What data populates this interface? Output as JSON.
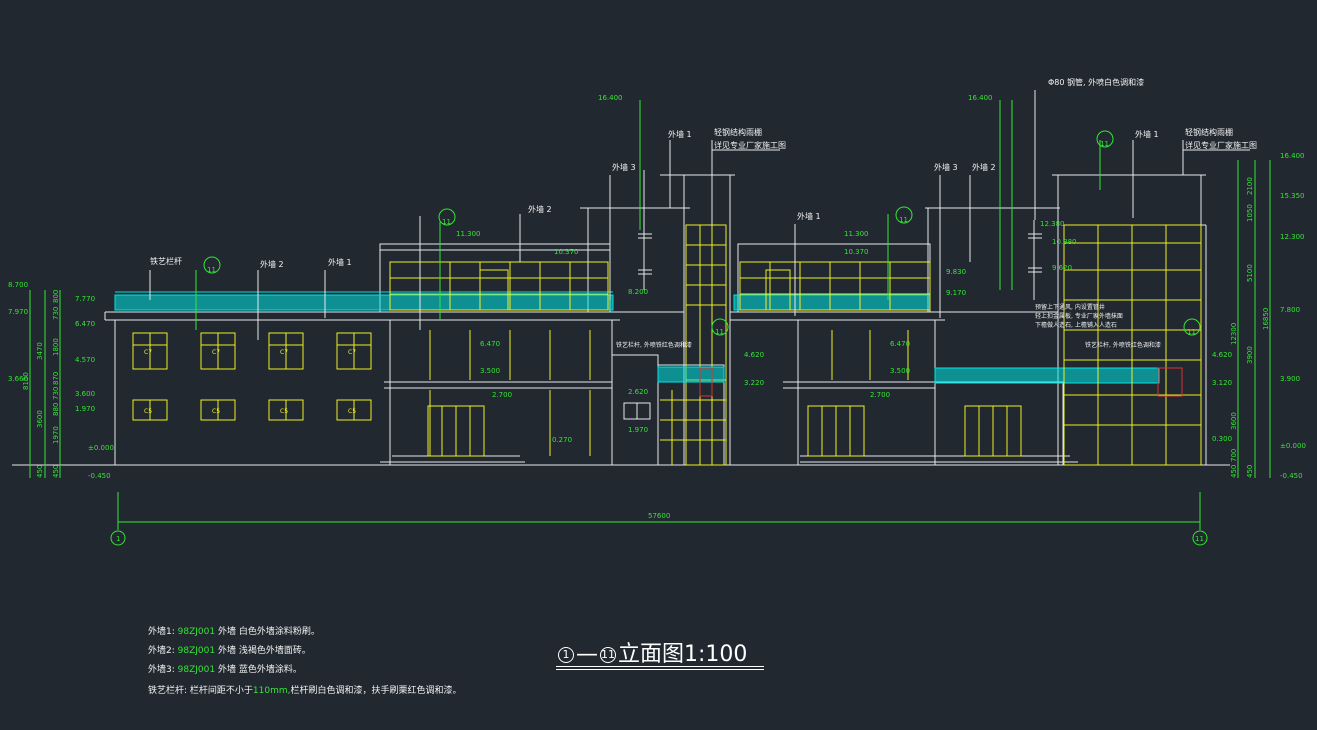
{
  "drawing": {
    "title": "立面图1:100",
    "title_axis_from": "1",
    "title_axis_to": "11",
    "total_dimension": "57600",
    "axis_left": "1",
    "axis_right": "11"
  },
  "levels_left": [
    "8.700",
    "7.970",
    "3.660",
    "±0.000",
    "-0.450"
  ],
  "levels_right": [
    "16.400",
    "15.350",
    "12.300",
    "7.800",
    "3.900",
    "±0.000",
    "-0.450"
  ],
  "dims_left": [
    "730",
    "800",
    "3470",
    "8150",
    "1800",
    "870",
    "730",
    "880",
    "3600",
    "1970",
    "450",
    "450"
  ],
  "dims_right": [
    "2100",
    "1050",
    "5100",
    "16850",
    "12300",
    "3900",
    "3600",
    "700",
    "450",
    "450"
  ],
  "elevations": [
    "16.400",
    "16.400",
    "11.300",
    "10.370",
    "8.200",
    "7.770",
    "6.470",
    "6.470",
    "4.570",
    "3.600",
    "3.500",
    "2.700",
    "2.620",
    "1.970",
    "1.970",
    "0.270",
    "4.620",
    "3.220",
    "11.300",
    "10.370",
    "9.830",
    "9.170",
    "6.470",
    "3.500",
    "2.700",
    "12.380",
    "10.880",
    "9.620",
    "4.620",
    "3.120",
    "0.300"
  ],
  "labels": {
    "iron_railing": "铁艺栏杆",
    "wall1": "外墙 1",
    "wall2": "外墙 2",
    "wall3": "外墙 3",
    "steel_canopy": "轻钢结构雨棚",
    "see_factory": "详见专业厂家施工图",
    "pipe_note": "Φ80 钢管, 外喷白色调和漆",
    "rail_note": "铁艺栏杆, 外喷铁红色调和漆",
    "detail_num": "11",
    "window_c7": "C7",
    "window_c5": "C5",
    "side_note_1": "预留上下通风, 内设置管井",
    "side_note_2": "轻上扣金属板, 专业厂家外墙抹面",
    "side_note_3": "下檐做人造石, 上檐铺入人造石"
  },
  "notes": [
    {
      "prefix": "外墙1: ",
      "code": "98ZJ001",
      "mid": " 外墙",
      "rest": "  白色外墙涂料粉刷。"
    },
    {
      "prefix": "外墙2: ",
      "code": "98ZJ001",
      "mid": " 外墙",
      "rest": "  浅褐色外墙面砖。"
    },
    {
      "prefix": "外墙3: ",
      "code": "98ZJ001",
      "mid": " 外墙",
      "rest": "  蓝色外墙涂料。"
    },
    {
      "prefix": "铁艺栏杆: ",
      "code": "",
      "mid": "",
      "rest": "栏杆间距不小于",
      "hl": "110mm,",
      "rest2": "栏杆刷白色调和漆，扶手刷栗红色调和漆。"
    }
  ],
  "colors": {
    "background": "#212830",
    "line_white": "#e8e8e8",
    "dim_green": "#33e633",
    "window_yellow": "#f0f020",
    "rail_cyan": "#00e5e5",
    "accent_red": "#e03030"
  }
}
